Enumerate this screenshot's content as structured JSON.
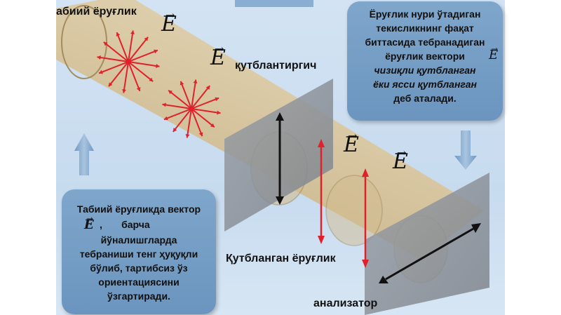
{
  "labels": {
    "natural_light": "абиий ёруғлик",
    "polarizer": "қутблантиргич",
    "polarized_light": "Қутбланган ёруғлик",
    "analyzer": "анализатор"
  },
  "vector_symbol": "E",
  "info_right": {
    "lines": [
      "Ёруғлик нури ўтадиган",
      "текисликнинг фақат",
      "биттасида тебранадиган",
      "ёруғлик вектори",
      "чизиқли қутбланган",
      "ёки ясси қутбланган",
      "деб аталади."
    ]
  },
  "info_left": {
    "line1": "Табиий ёруғликда вектор",
    "line2_suffix": ",       барча",
    "lines": [
      "йўналишгларда",
      "тебраниши тенг ҳуқуқли",
      "бўлиб, тартибсиз ўз",
      "ориентациясини",
      "ўзгартиради."
    ]
  },
  "colors": {
    "beam": "#d9c49a",
    "ray_red": "#e0202a",
    "box_blue": "#7ea4ca",
    "arrow_blue": "#8fb1d3"
  }
}
